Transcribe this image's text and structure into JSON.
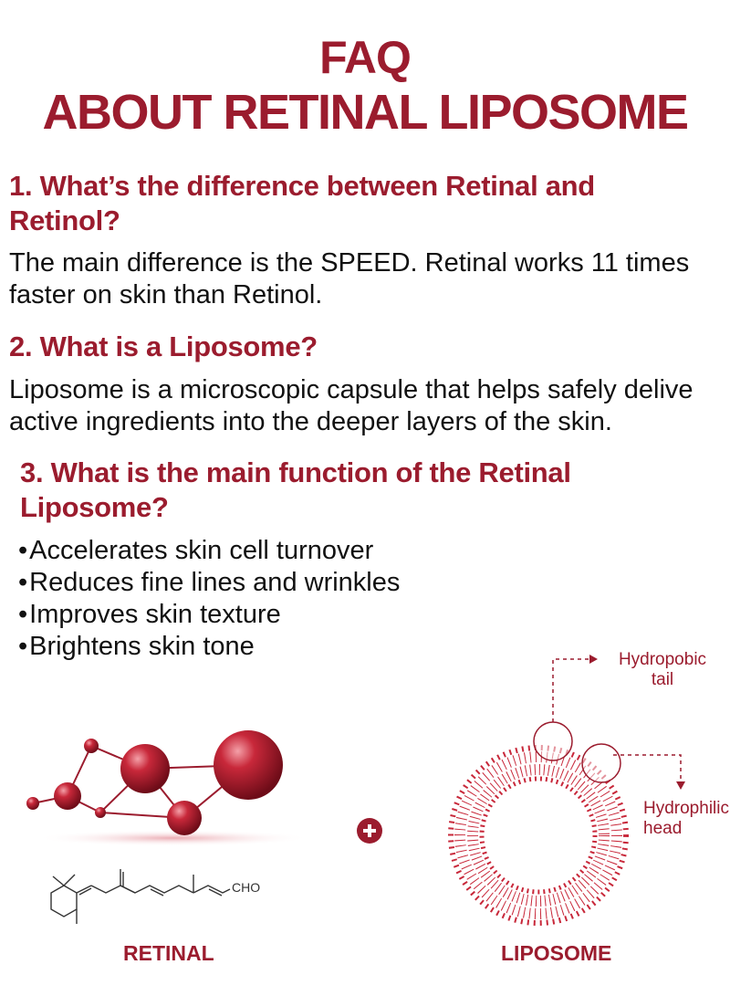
{
  "header": {
    "title_line1": "FAQ",
    "title_line2": "ABOUT RETINAL LIPOSOME"
  },
  "faq": {
    "q1": "1. What’s the difference between Retinal and Retinol?",
    "a1_line1": "The main difference is the SPEED. Retinal works 11 times",
    "a1_line2": "faster on skin than Retinol.",
    "q2": "2. What is a Liposome?",
    "a2_line1": "Liposome is a microscopic capsule that helps safely delive",
    "a2_line2": "active ingredients into the deeper layers of the skin.",
    "q3": "3. What is the main function of the Retinal Liposome?",
    "bullets": [
      "Accelerates skin cell turnover",
      "Reduces fine lines and wrinkles",
      "Improves skin texture",
      "Brightens skin tone"
    ]
  },
  "diagram": {
    "retinal_label": "RETINAL",
    "liposome_label": "LIPOSOME",
    "formula_group": "CHO",
    "tail_label": "Hydropobic tail",
    "head_label": "Hydrophilic head",
    "accent_color": "#9b1c2e",
    "icons": [
      "molecule-model",
      "plus-circle-icon",
      "liposome-ring"
    ]
  }
}
